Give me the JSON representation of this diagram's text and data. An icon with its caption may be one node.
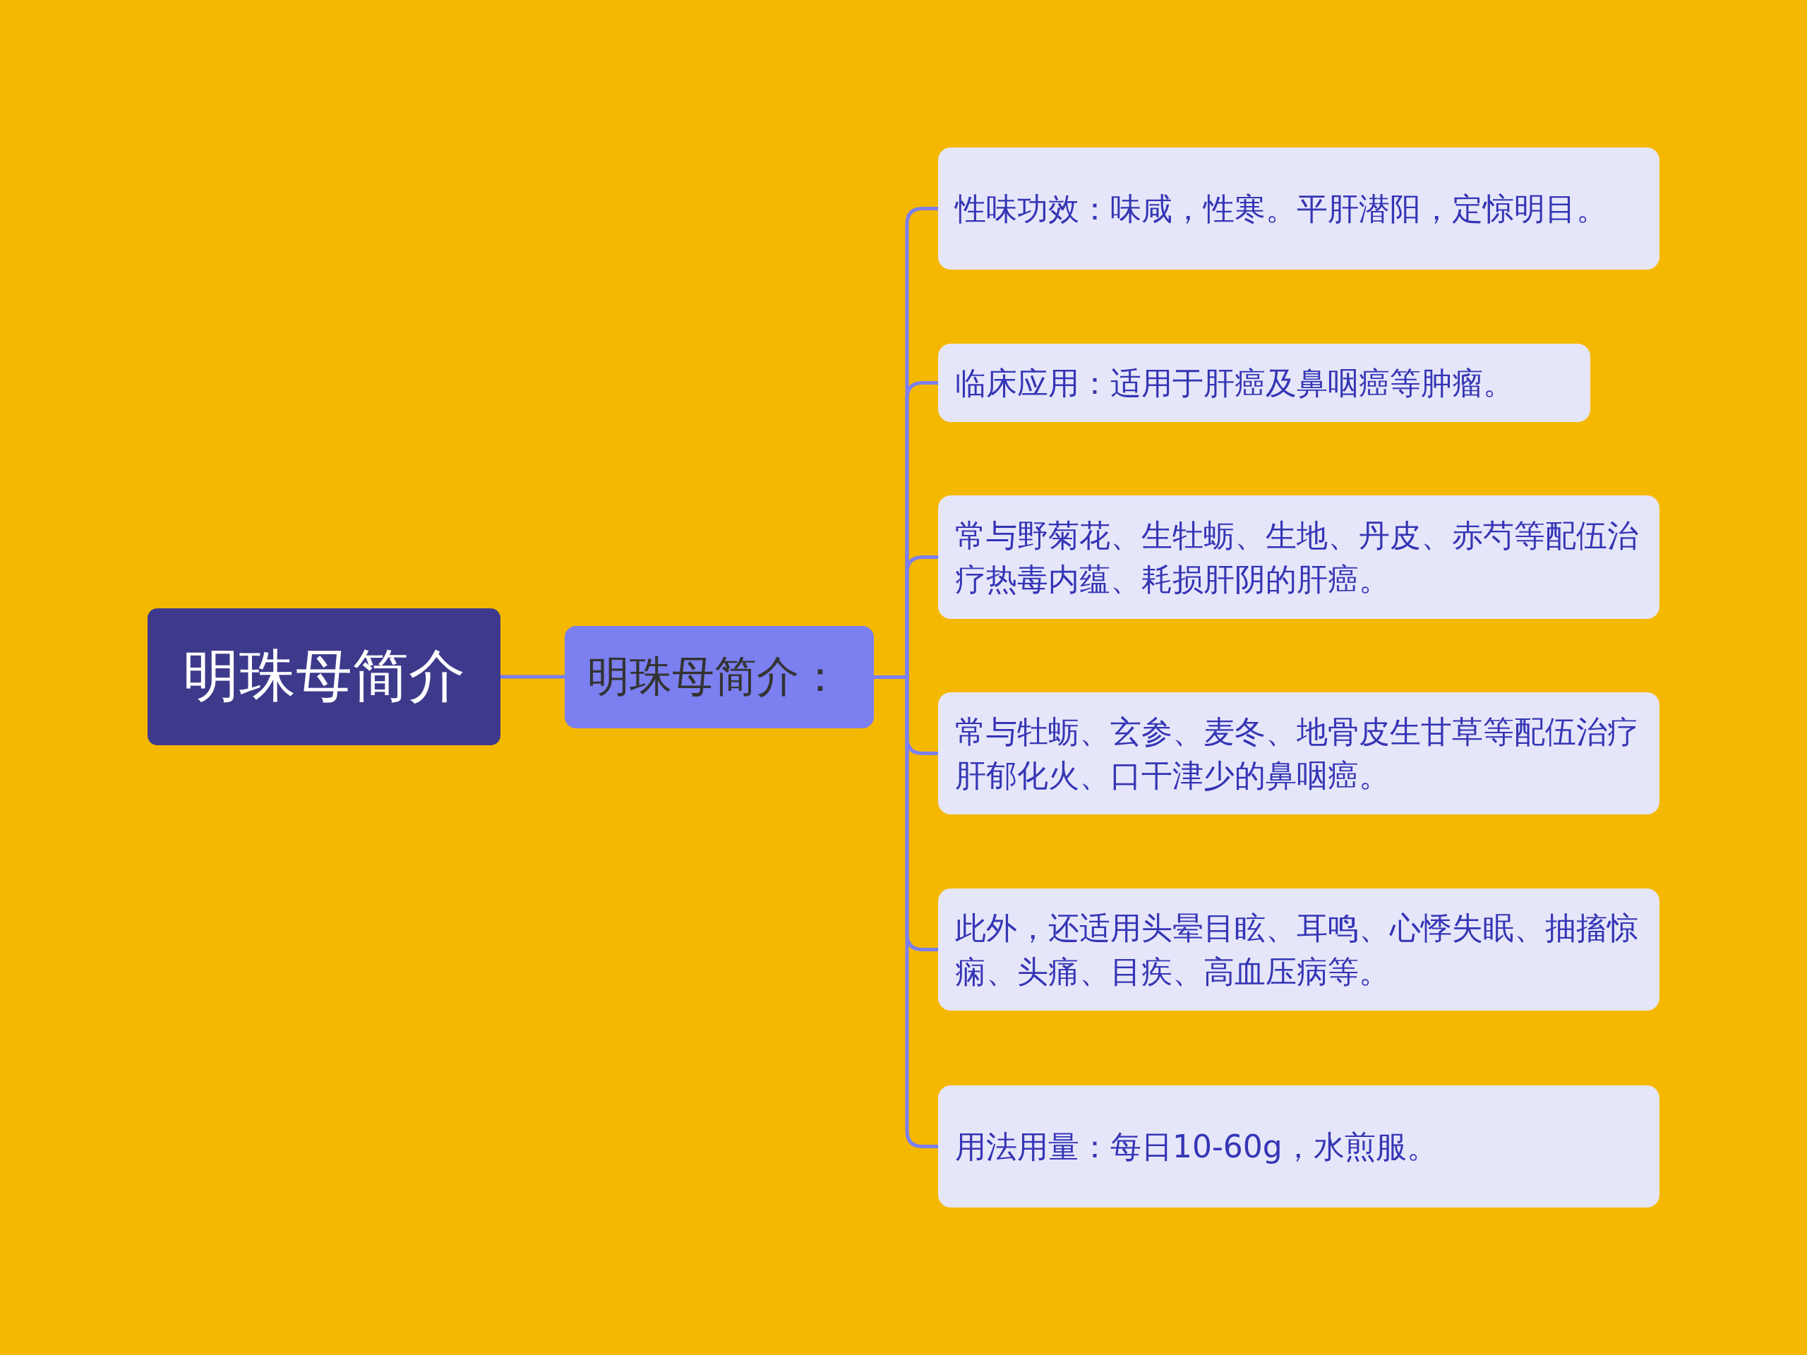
{
  "diagram": {
    "nodes": [
      {
        "text": [
          "明珠母简介"
        ]
      },
      {
        "text": [
          "明珠母简介："
        ]
      },
      {
        "text": [
          "性味功效：味咸，性寒。平肝潜阳，定惊明目。"
        ]
      },
      {
        "text": [
          "临床应用：适用于肝癌及鼻咽癌等肿瘤。"
        ]
      },
      {
        "text": [
          "常与野菊花、生牡蛎、生地、丹皮、赤芍等配伍治疗热毒内蕴、耗损肝阴的肝癌。"
        ]
      },
      {
        "text": [
          "常与牡蛎、玄参、麦冬、地骨皮生甘草等配伍治疗肝郁化火、口干津少的鼻咽癌。"
        ]
      },
      {
        "text": [
          "此外，还适用头晕目眩、耳鸣、心悸失眠、抽搐惊痫、头痛、目疾、高血压病等。"
        ]
      },
      {
        "text": [
          "用法用量：每日10-60g，水煎服。"
        ]
      }
    ],
    "edges": [
      {
        "from": 0,
        "to": 1,
        "arrow": "none"
      },
      {
        "from": 1,
        "to": 2,
        "arrow": "none"
      },
      {
        "from": 1,
        "to": 3,
        "arrow": "none"
      },
      {
        "from": 1,
        "to": 4,
        "arrow": "none"
      },
      {
        "from": 1,
        "to": 5,
        "arrow": "none"
      },
      {
        "from": 1,
        "to": 6,
        "arrow": "none"
      },
      {
        "from": 1,
        "to": 7,
        "arrow": "none"
      }
    ]
  }
}
